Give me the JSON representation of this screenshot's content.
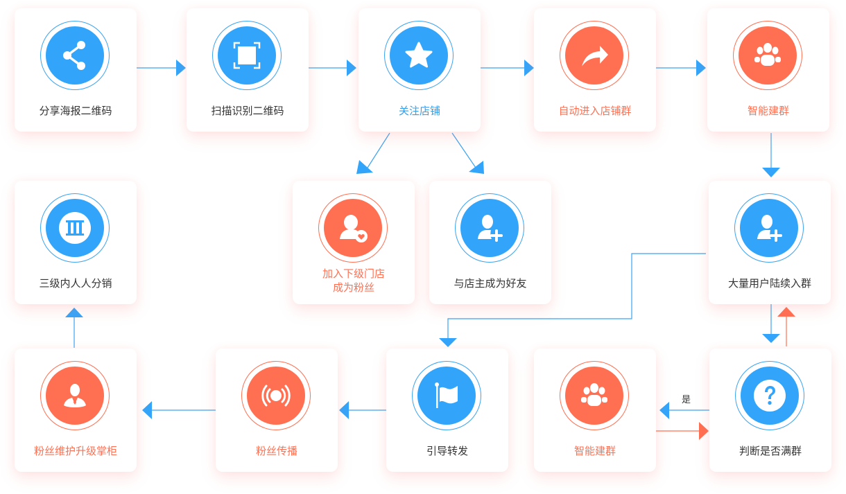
{
  "colors": {
    "blue": "#32a5fa",
    "red": "#ff6f51",
    "line_blue": "#3aa3f2",
    "text": "#333333"
  },
  "nodes": {
    "share_poster": {
      "label": "分享海报二维码",
      "icon": "share-icon",
      "color": "blue"
    },
    "scan_qr": {
      "label": "扫描识别二维码",
      "icon": "scan-icon",
      "color": "blue"
    },
    "follow_store": {
      "label": "关注店铺",
      "icon": "star-icon",
      "color": "blue"
    },
    "auto_join_group": {
      "label": "自动进入店铺群",
      "icon": "forward-icon",
      "color": "red"
    },
    "smart_group_top": {
      "label": "智能建群",
      "icon": "group-icon",
      "color": "red"
    },
    "join_sub_store": {
      "label_line1": "加入下级门店",
      "label_line2": "成为粉丝",
      "icon": "user-heart-icon",
      "color": "red"
    },
    "befriend_owner": {
      "label": "与店主成为好友",
      "icon": "user-add-icon",
      "color": "blue"
    },
    "users_join": {
      "label": "大量用户陆续入群",
      "icon": "user-add-icon",
      "color": "blue"
    },
    "three_level": {
      "label": "三级内人人分销",
      "icon": "roman-three-icon",
      "color": "blue"
    },
    "fan_upgrade": {
      "label": "粉丝维护升级掌柜",
      "icon": "manager-icon",
      "color": "red"
    },
    "fan_spread": {
      "label": "粉丝传播",
      "icon": "broadcast-icon",
      "color": "red"
    },
    "guide_forward": {
      "label": "引导转发",
      "icon": "flag-icon",
      "color": "blue"
    },
    "smart_group_bottom": {
      "label": "智能建群",
      "icon": "group-icon",
      "color": "red"
    },
    "check_full": {
      "label": "判断是否满群",
      "icon": "question-icon",
      "color": "blue"
    }
  },
  "edges": {
    "yes_label": "是"
  }
}
